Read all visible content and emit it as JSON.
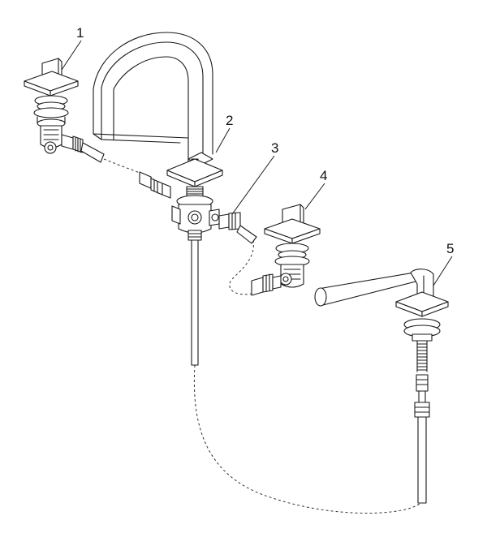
{
  "figure": {
    "callouts": [
      {
        "id": "1",
        "label": "1"
      },
      {
        "id": "2",
        "label": "2"
      },
      {
        "id": "3",
        "label": "3"
      },
      {
        "id": "4",
        "label": "4"
      },
      {
        "id": "5",
        "label": "5"
      }
    ]
  }
}
